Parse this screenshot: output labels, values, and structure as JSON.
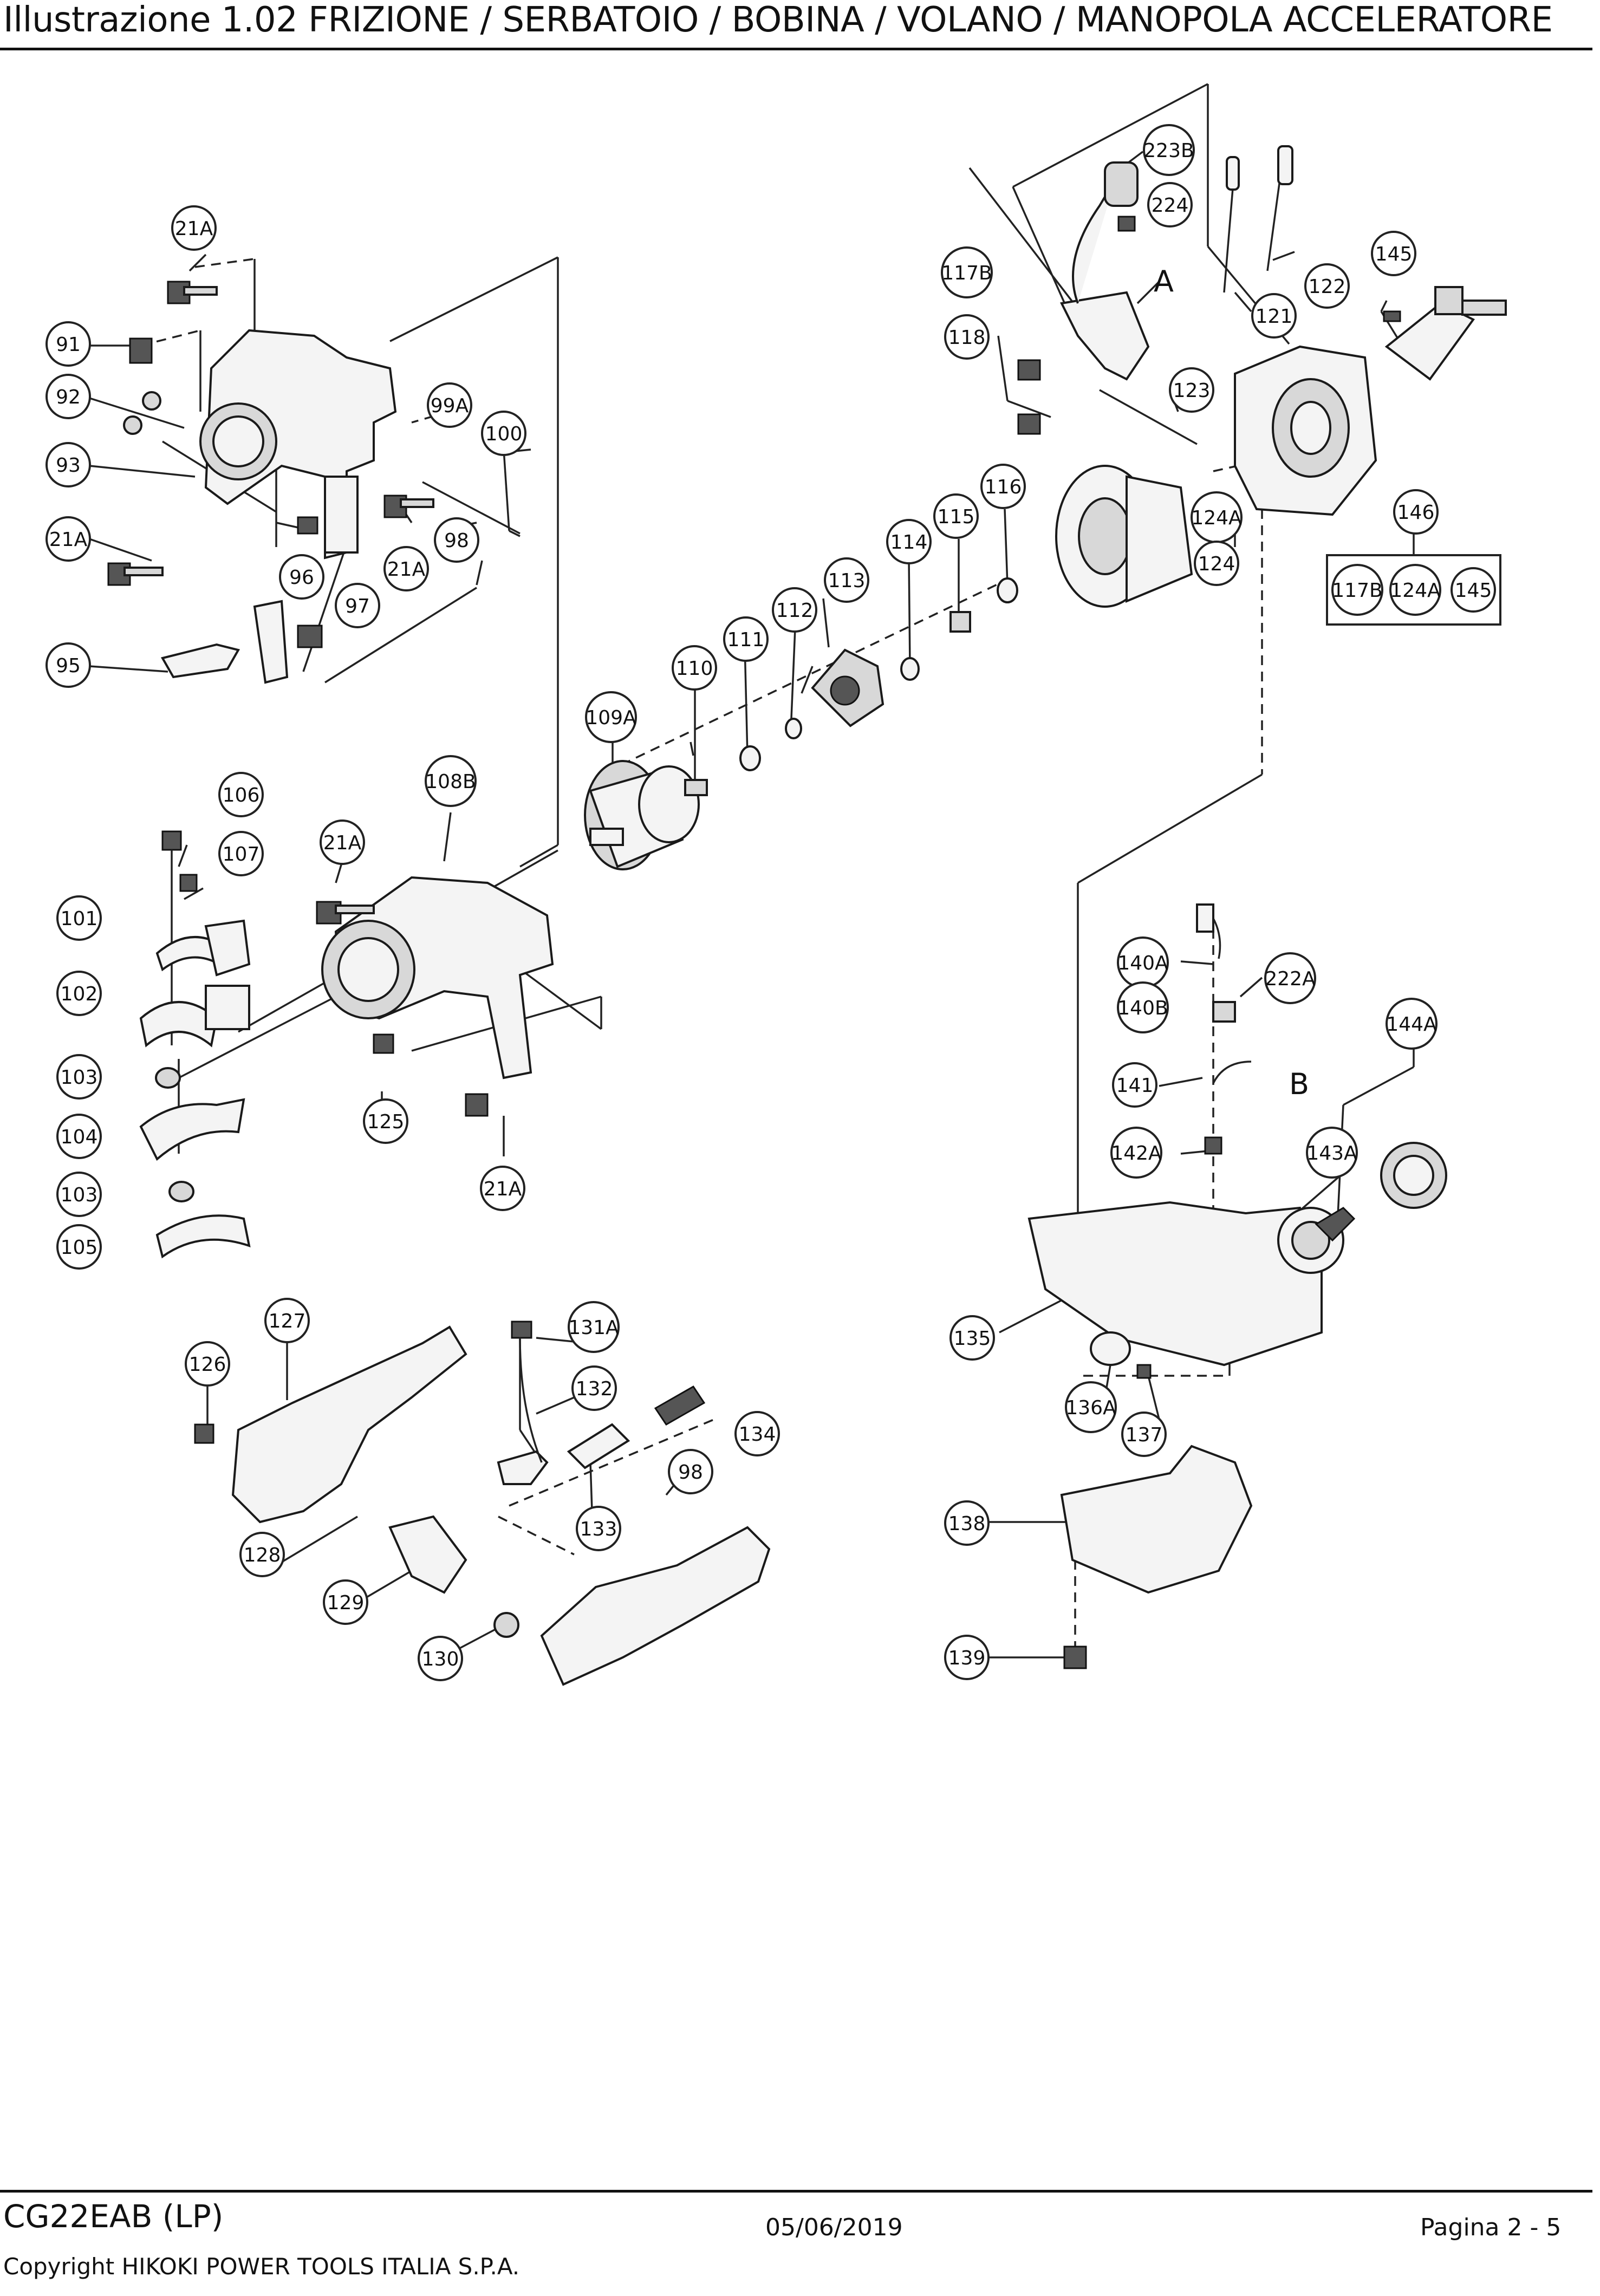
{
  "header": {
    "title": "Illustrazione  1.02 FRIZIONE / SERBATOIO / BOBINA / VOLANO / MANOPOLA ACCELERATORE"
  },
  "diagram": {
    "callouts": [
      {
        "id": "c-21A-a",
        "label": "21A"
      },
      {
        "id": "c-91",
        "label": "91"
      },
      {
        "id": "c-92",
        "label": "92"
      },
      {
        "id": "c-93",
        "label": "93"
      },
      {
        "id": "c-21A-b",
        "label": "21A"
      },
      {
        "id": "c-99A",
        "label": "99A"
      },
      {
        "id": "c-100",
        "label": "100"
      },
      {
        "id": "c-96",
        "label": "96"
      },
      {
        "id": "c-21A-c",
        "label": "21A"
      },
      {
        "id": "c-98-a",
        "label": "98"
      },
      {
        "id": "c-97",
        "label": "97"
      },
      {
        "id": "c-95",
        "label": "95"
      },
      {
        "id": "c-223B",
        "label": "223B"
      },
      {
        "id": "c-224",
        "label": "224"
      },
      {
        "id": "c-117B",
        "label": "117B"
      },
      {
        "id": "c-118",
        "label": "118"
      },
      {
        "id": "c-121",
        "label": "121"
      },
      {
        "id": "c-122",
        "label": "122"
      },
      {
        "id": "c-145",
        "label": "145"
      },
      {
        "id": "c-123",
        "label": "123"
      },
      {
        "id": "c-116",
        "label": "116"
      },
      {
        "id": "c-115",
        "label": "115"
      },
      {
        "id": "c-114",
        "label": "114"
      },
      {
        "id": "c-124A",
        "label": "124A"
      },
      {
        "id": "c-124",
        "label": "124"
      },
      {
        "id": "c-146",
        "label": "146"
      },
      {
        "id": "c-146-117B",
        "label": "117B"
      },
      {
        "id": "c-146-124A",
        "label": "124A"
      },
      {
        "id": "c-146-145",
        "label": "145"
      },
      {
        "id": "c-113",
        "label": "113"
      },
      {
        "id": "c-112",
        "label": "112"
      },
      {
        "id": "c-111",
        "label": "111"
      },
      {
        "id": "c-110",
        "label": "110"
      },
      {
        "id": "c-109A",
        "label": "109A"
      },
      {
        "id": "c-106",
        "label": "106"
      },
      {
        "id": "c-108B",
        "label": "108B"
      },
      {
        "id": "c-107",
        "label": "107"
      },
      {
        "id": "c-21A-d",
        "label": "21A"
      },
      {
        "id": "c-101",
        "label": "101"
      },
      {
        "id": "c-102",
        "label": "102"
      },
      {
        "id": "c-103-a",
        "label": "103"
      },
      {
        "id": "c-104",
        "label": "104"
      },
      {
        "id": "c-125",
        "label": "125"
      },
      {
        "id": "c-103-b",
        "label": "103"
      },
      {
        "id": "c-21A-e",
        "label": "21A"
      },
      {
        "id": "c-105",
        "label": "105"
      },
      {
        "id": "c-140A",
        "label": "140A"
      },
      {
        "id": "c-140B",
        "label": "140B"
      },
      {
        "id": "c-222A",
        "label": "222A"
      },
      {
        "id": "c-144A",
        "label": "144A"
      },
      {
        "id": "c-141",
        "label": "141"
      },
      {
        "id": "c-142A",
        "label": "142A"
      },
      {
        "id": "c-143A",
        "label": "143A"
      },
      {
        "id": "c-135",
        "label": "135"
      },
      {
        "id": "c-136A",
        "label": "136A"
      },
      {
        "id": "c-137",
        "label": "137"
      },
      {
        "id": "c-138",
        "label": "138"
      },
      {
        "id": "c-139",
        "label": "139"
      },
      {
        "id": "c-127",
        "label": "127"
      },
      {
        "id": "c-126",
        "label": "126"
      },
      {
        "id": "c-131A",
        "label": "131A"
      },
      {
        "id": "c-132",
        "label": "132"
      },
      {
        "id": "c-134",
        "label": "134"
      },
      {
        "id": "c-98-b",
        "label": "98"
      },
      {
        "id": "c-133",
        "label": "133"
      },
      {
        "id": "c-128",
        "label": "128"
      },
      {
        "id": "c-129",
        "label": "129"
      },
      {
        "id": "c-130",
        "label": "130"
      }
    ],
    "letter_a": "A",
    "letter_b": "B"
  },
  "footer": {
    "model": "CG22EAB (LP)",
    "date": "05/06/2019",
    "page": "Pagina 2 - 5",
    "copyright": "Copyright HIKOKI POWER TOOLS ITALIA S.P.A."
  }
}
